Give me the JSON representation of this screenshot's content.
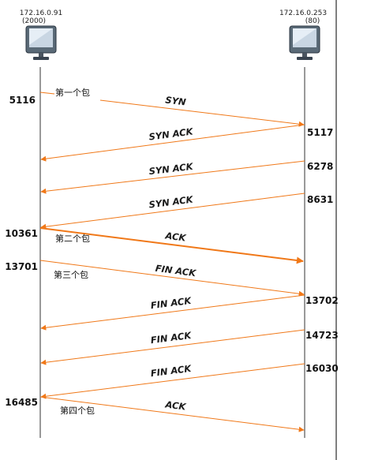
{
  "hosts": {
    "left": {
      "ip": "172.16.0.91",
      "port": "(2000)",
      "icon": "computer-monitor-icon"
    },
    "right": {
      "ip": "172.16.0.253",
      "port": "(80)",
      "icon": "computer-monitor-icon"
    }
  },
  "colors": {
    "arrow": "#f07818",
    "lifeline": "#333333",
    "divider": "#555555"
  },
  "messages": [
    {
      "label": "SYN",
      "from": "left",
      "from_seq": "5116",
      "to_seq": "5117",
      "note": "第一个包",
      "bold": false
    },
    {
      "label": "SYN ACK",
      "from": "right",
      "from_seq": "5117",
      "to_seq": "",
      "note": "",
      "bold": false
    },
    {
      "label": "SYN ACK",
      "from": "right",
      "from_seq": "6278",
      "to_seq": "",
      "note": "",
      "bold": false
    },
    {
      "label": "SYN ACK",
      "from": "right",
      "from_seq": "8631",
      "to_seq": "",
      "note": "",
      "bold": false
    },
    {
      "label": "ACK",
      "from": "left",
      "from_seq": "10361",
      "to_seq": "",
      "note": "第二个包",
      "bold": true
    },
    {
      "label": "FIN ACK",
      "from": "left",
      "from_seq": "13701",
      "to_seq": "13702",
      "note": "第三个包",
      "bold": false
    },
    {
      "label": "FIN ACK",
      "from": "right",
      "from_seq": "13702",
      "to_seq": "",
      "note": "",
      "bold": false
    },
    {
      "label": "FIN ACK",
      "from": "right",
      "from_seq": "14723",
      "to_seq": "",
      "note": "",
      "bold": false
    },
    {
      "label": "FIN ACK",
      "from": "right",
      "from_seq": "16030",
      "to_seq": "16485",
      "note": "",
      "bold": false
    },
    {
      "label": "ACK",
      "from": "left",
      "from_seq": "16485",
      "to_seq": "",
      "note": "第四个包",
      "bold": false
    }
  ]
}
